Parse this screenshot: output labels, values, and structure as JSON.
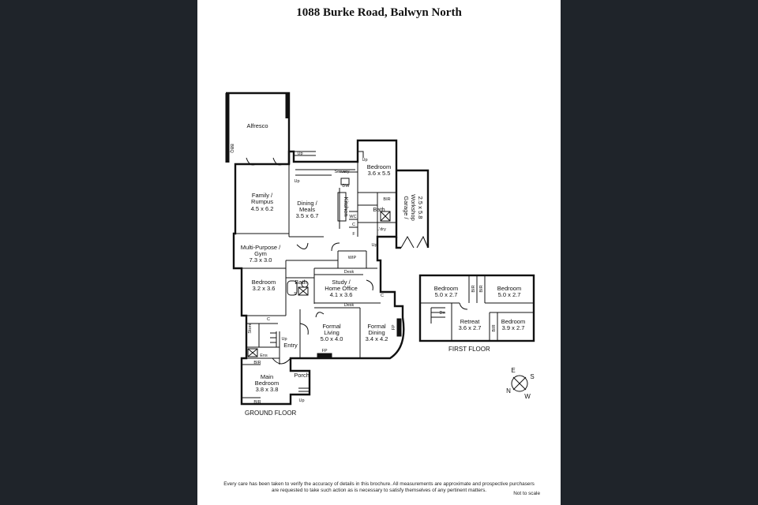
{
  "title": "1088 Burke Road, Balwyn North",
  "rooms": {
    "alfresco": "Alfresco",
    "bbq": "BBQ",
    "family": [
      "Family /",
      "Rumpus",
      "4.5 x 6.2"
    ],
    "dining": [
      "Dining /",
      "Meals",
      "3.5 x 6.7"
    ],
    "kitchen": "Kitchen",
    "servery": "Servery",
    "dw": "DW",
    "bedroom_ne": [
      "Bedroom",
      "3.6 x 5.5"
    ],
    "bir_ne": "BIR",
    "bath_ne": "Bath",
    "wc": "WC",
    "lndry": "L'dry",
    "garage": [
      "Garage /",
      "Workshop",
      "2.5 x 5.8"
    ],
    "multi": [
      "Multi-Purpose /",
      "Gym",
      "7.3 x 3.0"
    ],
    "wip": "WIP",
    "desk": "Desk",
    "bedroom_w": [
      "Bedroom",
      "3.2 x 3.6"
    ],
    "bath_w": "Bath",
    "study": [
      "Study /",
      "Home Office",
      "4.1 x 3.6"
    ],
    "store": "Store",
    "formal_living": [
      "Formal",
      "Living",
      "5.0 x 4.0"
    ],
    "formal_dining": [
      "Formal",
      "Dining",
      "3.4 x 4.2"
    ],
    "fp": "FP",
    "entry": "Entry",
    "ens": "Ens",
    "bir": "BIR",
    "main_bedroom": [
      "Main",
      "Bedroom",
      "3.8 x 3.8"
    ],
    "porch": "Porch",
    "up": "Up",
    "c": "C",
    "s": "S",
    "f": "F",
    "dn": "Dn",
    "ff_bed1": [
      "Bedroom",
      "5.0 x 2.7"
    ],
    "ff_bed2": [
      "Bedroom",
      "5.0 x 2.7"
    ],
    "ff_retreat": [
      "Retreat",
      "3.6 x 2.7"
    ],
    "ff_bed3": [
      "Bedroom",
      "3.9 x 2.7"
    ]
  },
  "floors": {
    "ground": "GROUND FLOOR",
    "first": "FIRST FLOOR"
  },
  "compass": {
    "e": "E",
    "s": "S",
    "n": "N",
    "w": "W"
  },
  "disclaimer": [
    "Every care has been taken to verify the accuracy of details in this brochure.  All measurements are approximate and prospective purchasers",
    "are requested to take such action as is necessary to satisfy themselves of any pertinent matters."
  ],
  "not_to_scale": "Not to scale"
}
